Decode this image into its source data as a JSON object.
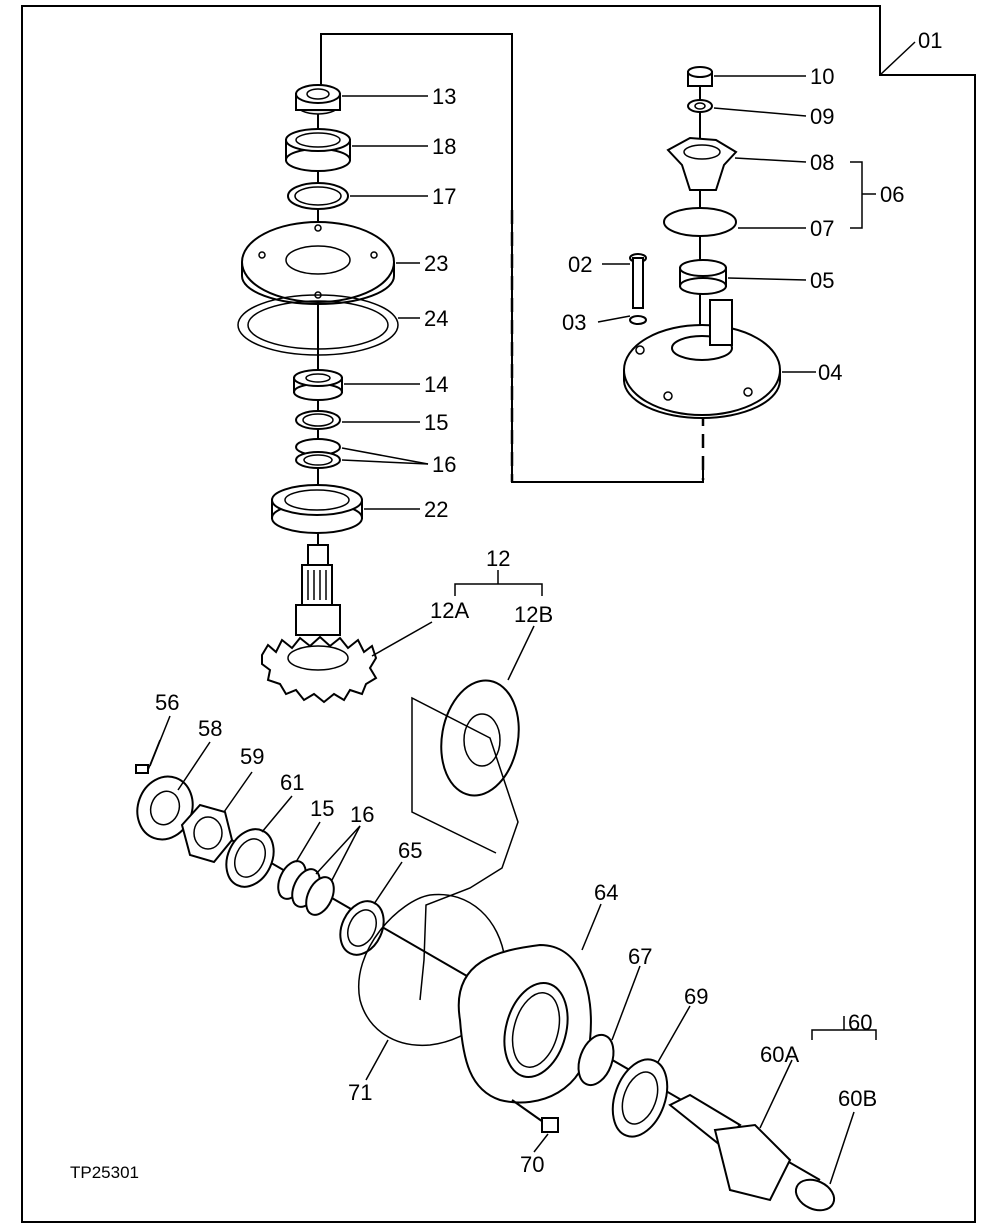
{
  "figure_id": "TP25301",
  "labels": {
    "l01": "01",
    "l02": "02",
    "l03": "03",
    "l04": "04",
    "l05": "05",
    "l06": "06",
    "l07": "07",
    "l08": "08",
    "l09": "09",
    "l10": "10",
    "l12": "12",
    "l12A": "12A",
    "l12B": "12B",
    "l13": "13",
    "l14": "14",
    "l15a": "15",
    "l16a": "16",
    "l17": "17",
    "l18": "18",
    "l22": "22",
    "l23": "23",
    "l24": "24",
    "l56": "56",
    "l58": "58",
    "l59": "59",
    "l61": "61",
    "l15b": "15",
    "l16b": "16",
    "l65": "65",
    "l64": "64",
    "l67": "67",
    "l69": "69",
    "l60": "60",
    "l60A": "60A",
    "l60B": "60B",
    "l71": "71",
    "l70": "70"
  }
}
